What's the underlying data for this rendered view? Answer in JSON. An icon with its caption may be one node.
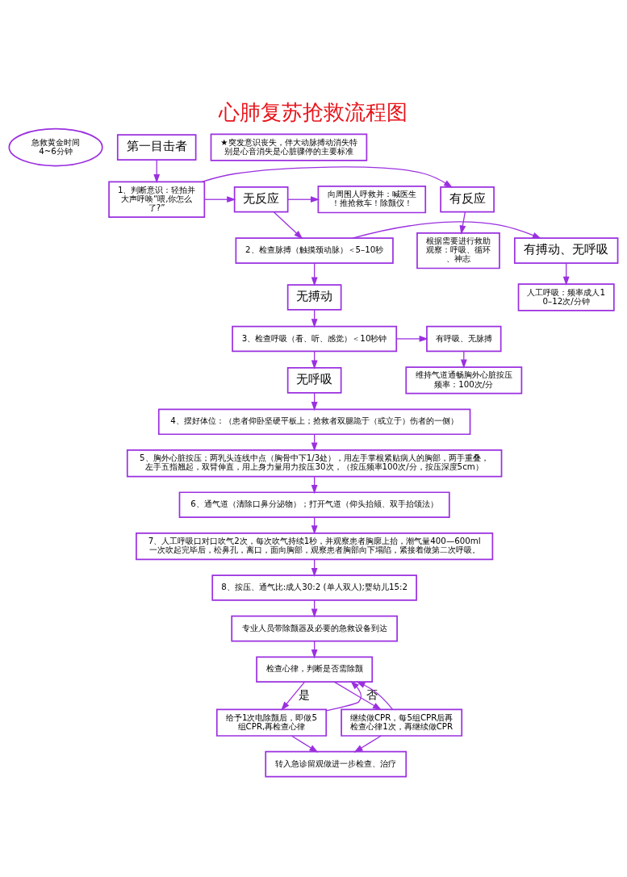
{
  "diagram": {
    "title": "心肺复苏抢救流程图",
    "nodes": [
      {
        "text": [
          "急救黄金时间4~6分钟"
        ]
      },
      {
        "text": [
          "第一目击者"
        ]
      },
      {
        "text": [
          "★突发意识丧失，伴大动脉搏动消失特别是心音消失是心脏骤停的主要标准"
        ]
      },
      {
        "text": [
          "有反应"
        ]
      },
      {
        "text": [
          "1、判断意识：轻拍并大声呼唤“喂,你怎么了?”"
        ]
      },
      {
        "text": [
          "无反应"
        ]
      },
      {
        "text": [
          "向周围人呼救并：喊医生！推抢救车！除颤仪！"
        ]
      },
      {
        "text": [
          "根据需要进行救助观察：呼吸、循环、神志"
        ]
      },
      {
        "text": [
          "2、检查脉搏（触摸颈动脉）＜5–10秒"
        ]
      },
      {
        "text": [
          "有搏动、无呼吸"
        ]
      },
      {
        "text": [
          "无搏动"
        ]
      },
      {
        "text": [
          "人工呼吸：频率成人10–12次/分钟"
        ]
      },
      {
        "text": [
          "3、检查呼吸（看、听、感觉）＜10秒钟"
        ]
      },
      {
        "text": [
          "有呼吸、无脉搏"
        ]
      },
      {
        "text": [
          "无呼吸"
        ]
      },
      {
        "text": [
          "维持气道通畅胸外心脏按压频率：100次/分"
        ]
      },
      {
        "text": [
          "4、摆好体位：（患者仰卧坚硬平板上；抢救者双腿跪于（或立于）伤者的一侧）"
        ]
      },
      {
        "text": [
          "5、胸外心脏按压；两乳头连线中点（胸骨中下1/3处），用左手掌根紧贴病人的胸部，两手重叠，左手五指翘起，双臂伸直，用上身力量用力按压30次，（按压频率100次/分，按压深度5cm）"
        ]
      },
      {
        "text": [
          "6、通气道（清除口鼻分泌物）；打开气道（仰头抬颏、双手抬颌法）"
        ]
      },
      {
        "text": [
          "7、人工呼吸口对口吹气2次，每次吹气持续1秒，并观察患者胸廓上抬，潮气量400—600ml一次吹起完毕后，松鼻孔，离口，面向胸部，观察患者胸部向下塌陷，紧接着做第二次呼吸。"
        ]
      },
      {
        "text": [
          "8、按压、通气比:成人30:2 (单人双人);婴幼儿15:2"
        ]
      },
      {
        "text": [
          "专业人员带除颤器及必要的急救设备到达"
        ]
      },
      {
        "text": [
          "检查心律，判断是否需除颤"
        ]
      },
      {
        "text": [
          "给予1次电除颤后，即做5组CPR,再检查心律"
        ]
      },
      {
        "text": [
          "继续做CPR，每5组CPR后再检查心律1次，再继续做CPR"
        ]
      },
      {
        "text": [
          "转入急诊留观做进一步检查、治疗"
        ]
      }
    ],
    "edges": [
      {
        "from": 1,
        "to": 4,
        "arrow": "to"
      },
      {
        "from": 4,
        "to": 3,
        "arrow": "to"
      },
      {
        "from": 4,
        "to": 5,
        "arrow": "to"
      },
      {
        "from": 3,
        "to": 7,
        "arrow": "to"
      },
      {
        "from": 5,
        "to": 6,
        "arrow": "to"
      },
      {
        "from": 5,
        "to": 8,
        "arrow": "to"
      },
      {
        "from": 8,
        "to": 9,
        "arrow": "to"
      },
      {
        "from": 8,
        "to": 10,
        "arrow": "to"
      },
      {
        "from": 9,
        "to": 11,
        "arrow": "to"
      },
      {
        "from": 10,
        "to": 12,
        "arrow": "to"
      },
      {
        "from": 12,
        "to": 13,
        "arrow": "to"
      },
      {
        "from": 12,
        "to": 14,
        "arrow": "to"
      },
      {
        "from": 13,
        "to": 15,
        "arrow": "to"
      },
      {
        "from": 14,
        "to": 16,
        "arrow": "to"
      },
      {
        "from": 16,
        "to": 17,
        "arrow": "to"
      },
      {
        "from": 17,
        "to": 18,
        "arrow": "to"
      },
      {
        "from": 18,
        "to": 19,
        "arrow": "to"
      },
      {
        "from": 19,
        "to": 20,
        "arrow": "to"
      },
      {
        "from": 20,
        "to": 21,
        "arrow": "to"
      },
      {
        "from": 21,
        "to": 22,
        "arrow": "to"
      },
      {
        "from": 22,
        "to": 23,
        "arrow": "to",
        "label": "是"
      },
      {
        "from": 22,
        "to": 24,
        "arrow": "to",
        "label": "否"
      },
      {
        "from": 23,
        "to": 22,
        "arrow": "to"
      },
      {
        "from": 24,
        "to": 22,
        "arrow": "to"
      },
      {
        "from": 23,
        "to": 25,
        "arrow": "to"
      },
      {
        "from": 24,
        "to": 25,
        "arrow": "to"
      }
    ]
  }
}
